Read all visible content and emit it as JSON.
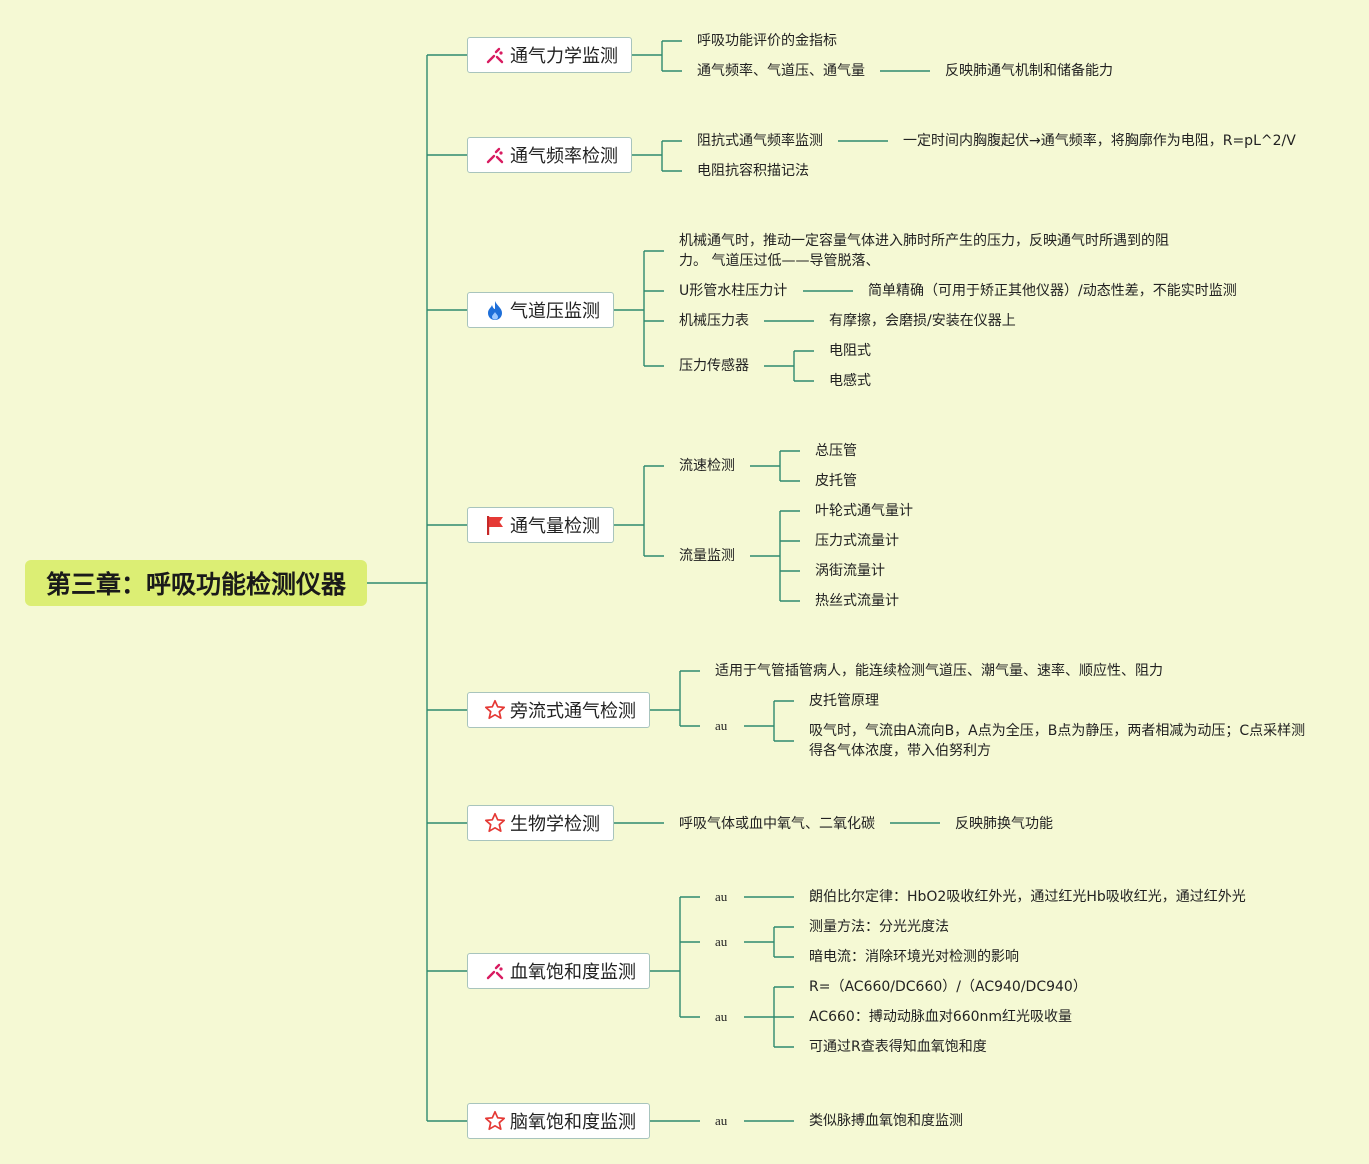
{
  "root": {
    "title": "第三章：呼吸功能检测仪器"
  },
  "colors": {
    "background": "#f5f9d4",
    "root_fill": "#dcee74",
    "line": "#2f8a6f",
    "topic_border": "#a8c4bd"
  },
  "topics": [
    {
      "label": "通气力学监测",
      "icon": "sparkle-icon"
    },
    {
      "label": "通气频率检测",
      "icon": "sparkle-icon"
    },
    {
      "label": "气道压监测",
      "icon": "flame-icon"
    },
    {
      "label": "通气量检测",
      "icon": "flag-icon"
    },
    {
      "label": "旁流式通气检测",
      "icon": "star-icon"
    },
    {
      "label": "生物学检测",
      "icon": "star-icon"
    },
    {
      "label": "血氧饱和度监测",
      "icon": "sparkle-icon"
    },
    {
      "label": "脑氧饱和度监测",
      "icon": "star-icon"
    }
  ],
  "nodes": {
    "t0a": "呼吸功能评价的金指标",
    "t0b": "通气频率、气道压、通气量",
    "t0b1": "反映肺通气机制和储备能力",
    "t1a": "阻抗式通气频率监测",
    "t1a1": "一定时间内胸腹起伏→通气频率，将胸廓作为电阻，R=pL^2/V",
    "t1b": "电阻抗容积描记法",
    "t2a": "机械通气时，推动一定容量气体进入肺时所产生的压力，反映通气时所遇到的阻力。 气道压过低——导管脱落、",
    "t2b": "U形管水柱压力计",
    "t2b1": "简单精确（可用于矫正其他仪器）/动态性差，不能实时监测",
    "t2c": "机械压力表",
    "t2c1": "有摩擦，会磨损/安装在仪器上",
    "t2d": "压力传感器",
    "t2d1": "电阻式",
    "t2d2": "电感式",
    "t3a": "流速检测",
    "t3a1": "总压管",
    "t3a2": "皮托管",
    "t3b": "流量监测",
    "t3b1": "叶轮式通气量计",
    "t3b2": "压力式流量计",
    "t3b3": "涡街流量计",
    "t3b4": "热丝式流量计",
    "t4a": "适用于气管插管病人，能连续检测气道压、潮气量、速率、顺应性、阻力",
    "t4b": "au",
    "t4b1": "皮托管原理",
    "t4b2": "吸气时，气流由A流向B，A点为全压，B点为静压，两者相减为动压；C点采样测得各气体浓度，带入伯努利方",
    "t5a": "呼吸气体或血中氧气、二氧化碳",
    "t5a1": "反映肺换气功能",
    "t6a": "au",
    "t6a1": "朗伯比尔定律：HbO2吸收红外光，通过红光Hb吸收红光，通过红外光",
    "t6b": "au",
    "t6b1": "测量方法：分光光度法",
    "t6b2": "暗电流：消除环境光对检测的影响",
    "t6c": "au",
    "t6c1": "R=（AC660/DC660）/（AC940/DC940）",
    "t6c2": "AC660：搏动动脉血对660nm红光吸收量",
    "t6c3": "可通过R查表得知血氧饱和度",
    "t7a": "au",
    "t7a1": "类似脉搏血氧饱和度监测"
  }
}
